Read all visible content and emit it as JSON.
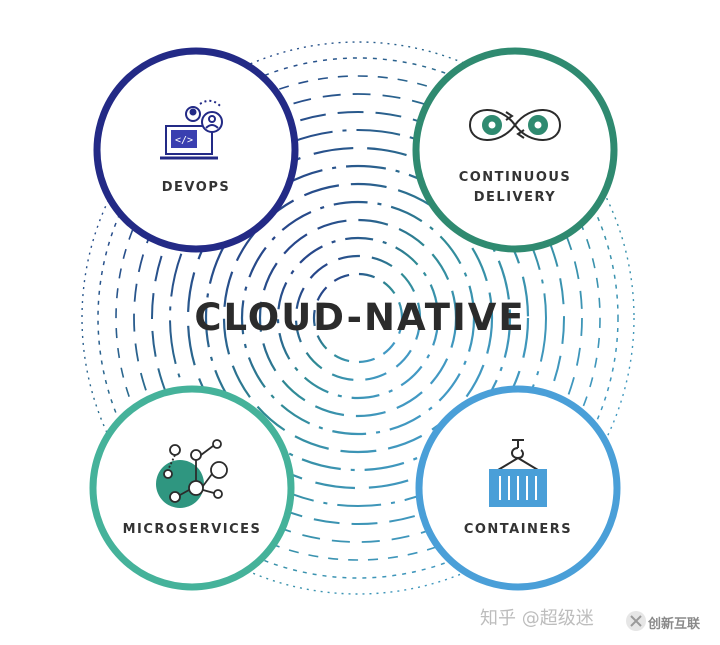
{
  "title": "CLOUD-NATIVE",
  "nodes": {
    "devops": {
      "label": "DEVOPS",
      "color": "#232a86"
    },
    "continuous_delivery": {
      "label_line1": "CONTINUOUS",
      "label_line2": "DELIVERY",
      "color": "#2f8a70"
    },
    "microservices": {
      "label": "MICROSERVICES",
      "color": "#45b29a"
    },
    "containers": {
      "label": "CONTAINERS",
      "color": "#4a9fd8"
    }
  },
  "icons": {
    "devops": "laptop-code-users-icon",
    "continuous_delivery": "gears-infinity-icon",
    "microservices": "network-nodes-icon",
    "containers": "shipping-container-icon"
  },
  "watermark": {
    "text": "知乎 @超级迷",
    "logo_text": "创新互联"
  }
}
